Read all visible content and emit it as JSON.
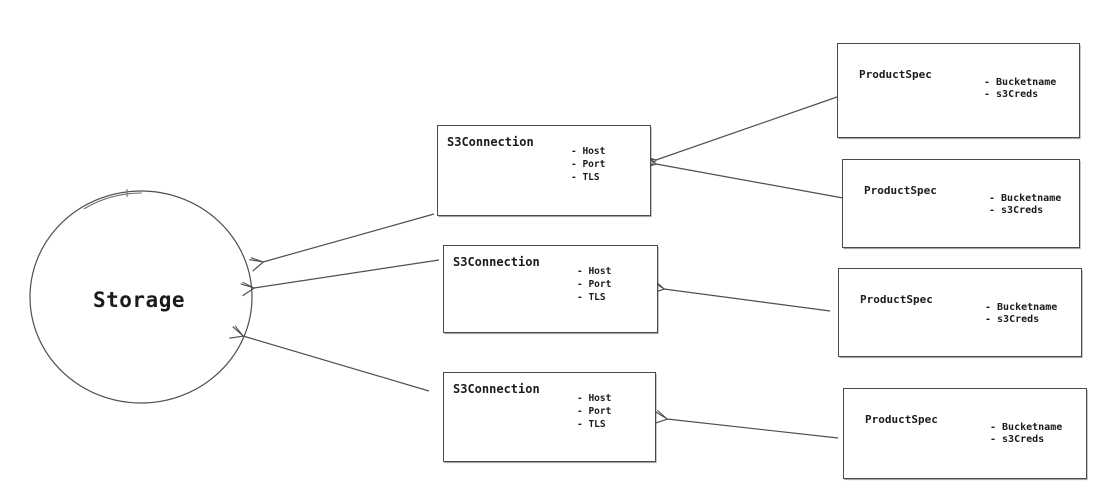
{
  "diagram": {
    "background_color": "#ffffff",
    "stroke_color": "#4f4f4f",
    "text_color": "#1b1b1b",
    "storage": {
      "label": "Storage"
    },
    "s3connections": [
      {
        "title": "S3Connection",
        "attributes": [
          "- Host",
          "- Port",
          "- TLS"
        ]
      },
      {
        "title": "S3Connection",
        "attributes": [
          "- Host",
          "- Port",
          "- TLS"
        ]
      },
      {
        "title": "S3Connection",
        "attributes": [
          "- Host",
          "- Port",
          "- TLS"
        ]
      }
    ],
    "productspecs": [
      {
        "title": "ProductSpec",
        "attributes": [
          "- Bucketname",
          "- s3Creds"
        ]
      },
      {
        "title": "ProductSpec",
        "attributes": [
          "- Bucketname",
          "- s3Creds"
        ]
      },
      {
        "title": "ProductSpec",
        "attributes": [
          "- Bucketname",
          "- s3Creds"
        ]
      },
      {
        "title": "ProductSpec",
        "attributes": [
          "- Bucketname",
          "- s3Creds"
        ]
      }
    ]
  }
}
